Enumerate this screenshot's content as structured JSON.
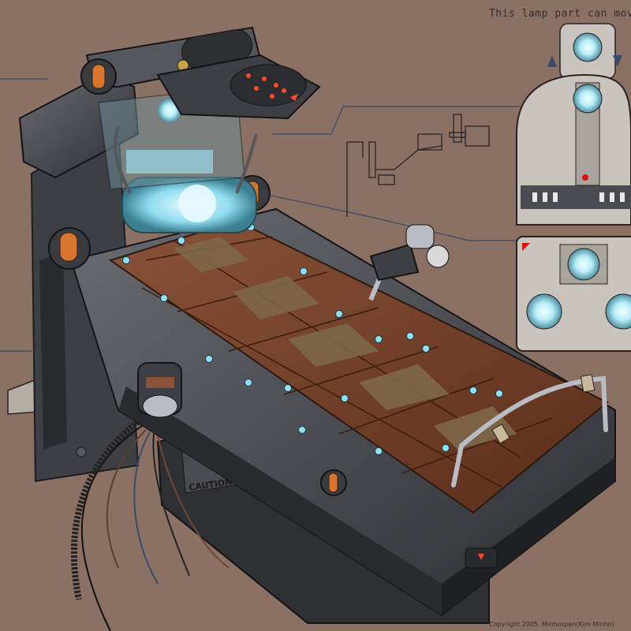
{
  "annotations": {
    "lamp_note": "This lamp part can move l",
    "caution_label": "CAUTION",
    "copyright": "Copyright 2005. Minhospen(Kim Minho)"
  },
  "colors": {
    "background": "#8b7064",
    "leather": "#6b3a24",
    "leather_light": "#8a5238",
    "metal_dark": "#3a3b3f",
    "metal_mid": "#55575c",
    "glow": "#9fe8ff",
    "accent_orange": "#d8742e",
    "panel_light": "#c9c4bd",
    "line": "#2b2220"
  },
  "icons": [
    "bed-icon",
    "lamp-icon",
    "rivet-icon",
    "hinge-icon",
    "light-panel-icon"
  ]
}
